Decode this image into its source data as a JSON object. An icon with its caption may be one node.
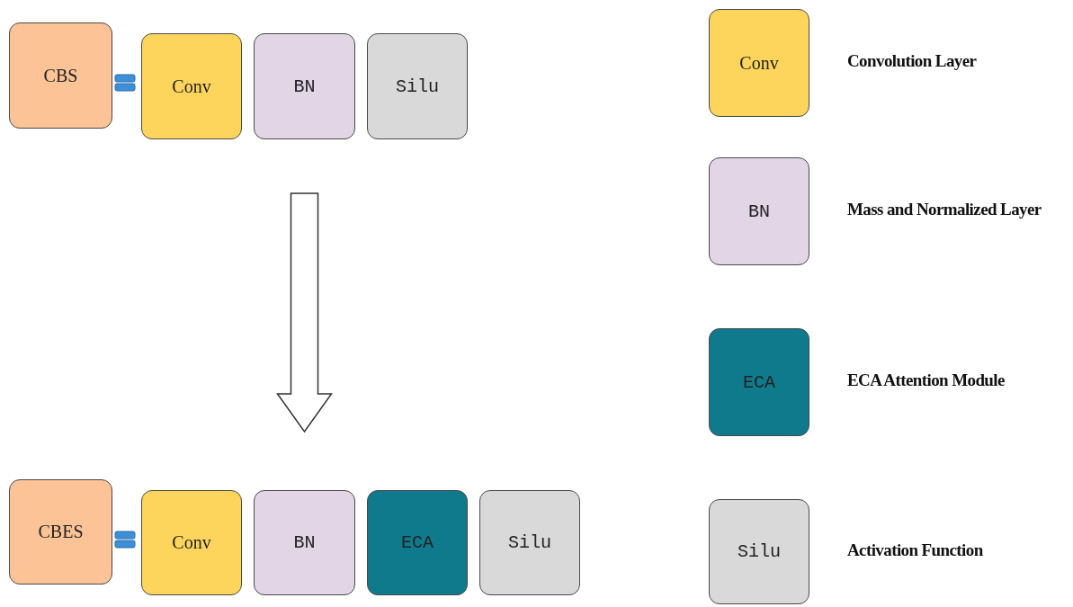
{
  "diagram": {
    "nodes": [
      {
        "text": [
          "CBS"
        ]
      },
      {
        "text": [
          "Conv"
        ]
      },
      {
        "text": [
          "BN"
        ]
      },
      {
        "text": [
          "Silu"
        ]
      },
      {
        "text": [
          "CBES"
        ]
      },
      {
        "text": [
          "Conv"
        ]
      },
      {
        "text": [
          "BN"
        ]
      },
      {
        "text": [
          "ECA"
        ]
      },
      {
        "text": [
          "Silu"
        ]
      },
      {
        "text": [
          "Conv"
        ],
        "beside": [
          "Convolution Layer"
        ]
      },
      {
        "text": [
          "BN"
        ],
        "beside": [
          "Mass and Normalized Layer"
        ]
      },
      {
        "text": [
          "ECA"
        ],
        "beside": [
          "ECA Attention Module"
        ]
      },
      {
        "text": [
          "Silu"
        ],
        "beside": [
          "Activation Function"
        ]
      }
    ],
    "edges": [
      {
        "from": 2,
        "to": 6,
        "arrow": "to",
        "style": "thick"
      }
    ]
  }
}
